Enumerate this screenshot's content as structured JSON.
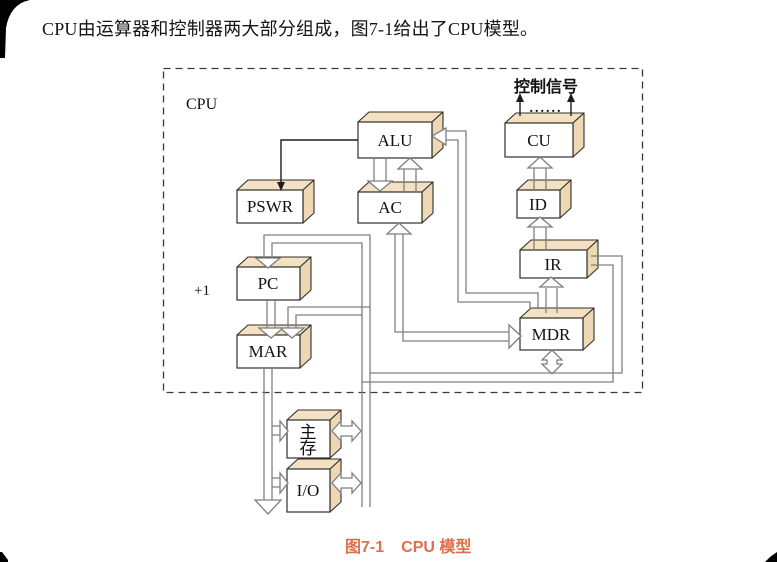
{
  "page": {
    "paragraph": "CPU由运算器和控制器两大部分组成，图7-1给出了CPU模型。",
    "caption": {
      "label": "图7-1",
      "title": "CPU 模型"
    }
  },
  "diagram": {
    "container_label": "CPU",
    "increment_label": "+1",
    "control_signals_label": "控制信号",
    "ellipsis": "......",
    "colors": {
      "box_top": "#f3e1c2",
      "box_side": "#eed7b3",
      "line": "#7f7f7f",
      "caption": "#df6e4b"
    },
    "boxes": [
      {
        "id": "alu",
        "label": "ALU"
      },
      {
        "id": "pswr",
        "label": "PSWR"
      },
      {
        "id": "ac",
        "label": "AC"
      },
      {
        "id": "pc",
        "label": "PC"
      },
      {
        "id": "mar",
        "label": "MAR"
      },
      {
        "id": "cu",
        "label": "CU"
      },
      {
        "id": "id",
        "label": "ID"
      },
      {
        "id": "ir",
        "label": "IR"
      },
      {
        "id": "mdr",
        "label": "MDR"
      },
      {
        "id": "main-memory",
        "lines": [
          "主",
          "存"
        ]
      },
      {
        "id": "io",
        "label": "I/O"
      }
    ]
  }
}
